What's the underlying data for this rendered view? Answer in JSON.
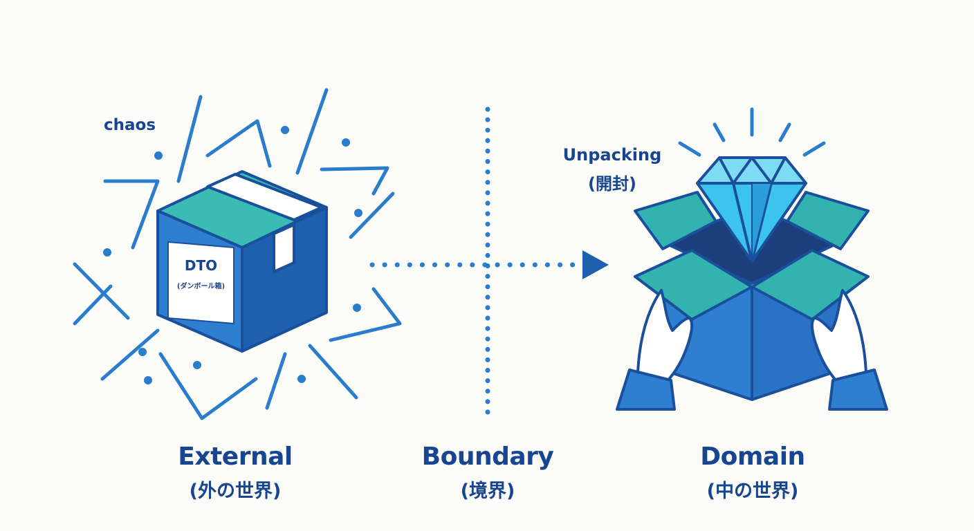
{
  "labels": {
    "chaos": "chaos",
    "external_title": "External",
    "external_sub": "(外の世界)",
    "boundary_title": "Boundary",
    "boundary_sub": "(境界)",
    "domain_title": "Domain",
    "domain_sub": "(中の世界)",
    "unpacking_title": "Unpacking",
    "unpacking_sub": "(開封)",
    "dto_title": "DTO",
    "dto_sub": "(ダンボール箱)"
  },
  "icons": {
    "external_box": "cardboard-box-icon",
    "gem": "diamond-icon",
    "open_box": "open-box-icon",
    "hands": "hands-icon",
    "arrow": "arrow-right-icon"
  },
  "colors": {
    "text": "#17458f",
    "stroke": "#1a4f9c",
    "blue": "#2f7fd0",
    "blue_dark": "#1f5fb0",
    "teal": "#33b3b0",
    "line": "#2a7ccc",
    "gem": "#3cc4ee",
    "background": "#fbfbf8"
  }
}
